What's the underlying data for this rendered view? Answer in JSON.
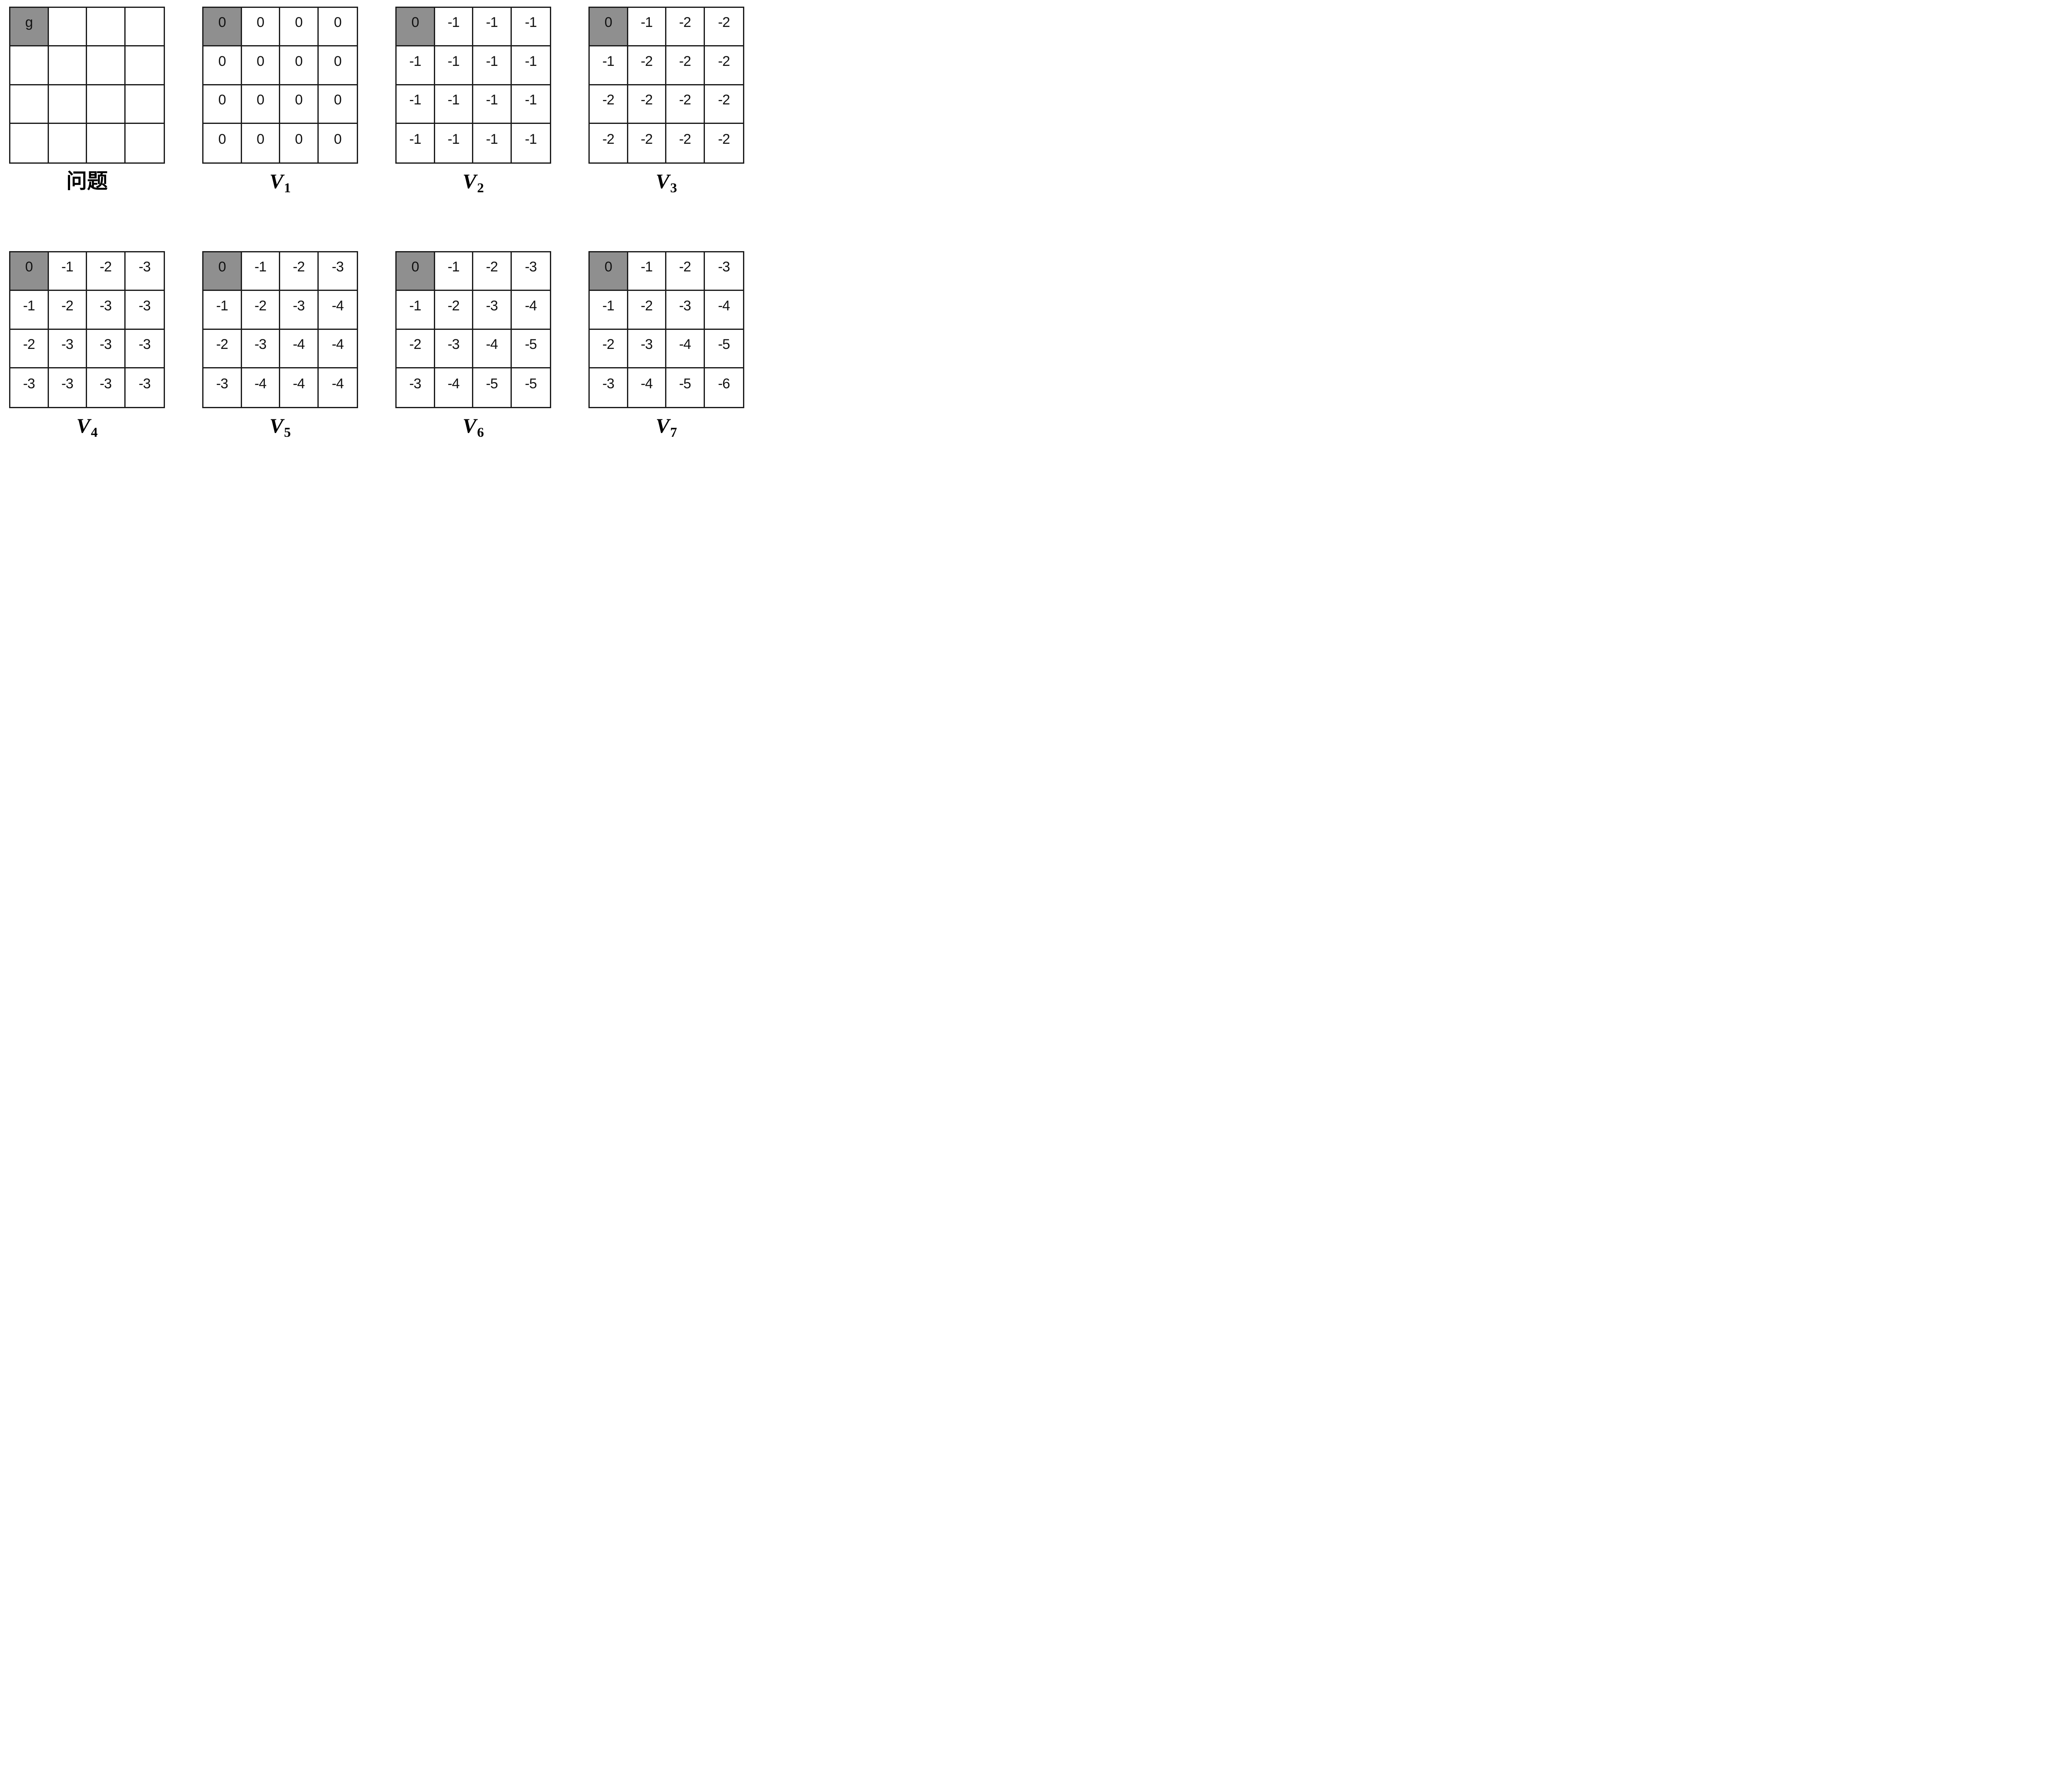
{
  "colors": {
    "highlight_fill": "#8f8f8f",
    "grid_line": "#1a1a1a",
    "cell_fill": "#ffffff",
    "text": "#111111"
  },
  "grid_size": {
    "rows": 4,
    "cols": 4
  },
  "layout": {
    "rows": [
      [
        "problem",
        "V1",
        "V2",
        "V3"
      ],
      [
        "V4",
        "V5",
        "V6",
        "V7"
      ]
    ]
  },
  "panels": [
    {
      "name": "problem",
      "label": {
        "kind": "cjk",
        "text": "问题"
      },
      "highlight_cell": {
        "row": 0,
        "col": 0
      },
      "rows": [
        [
          "g",
          "",
          "",
          ""
        ],
        [
          "",
          "",
          "",
          ""
        ],
        [
          "",
          "",
          "",
          ""
        ],
        [
          "",
          "",
          "",
          ""
        ]
      ]
    },
    {
      "name": "V1",
      "label": {
        "kind": "math",
        "base": "V",
        "subscript": "1"
      },
      "highlight_cell": {
        "row": 0,
        "col": 0
      },
      "rows": [
        [
          "0",
          "0",
          "0",
          "0"
        ],
        [
          "0",
          "0",
          "0",
          "0"
        ],
        [
          "0",
          "0",
          "0",
          "0"
        ],
        [
          "0",
          "0",
          "0",
          "0"
        ]
      ]
    },
    {
      "name": "V2",
      "label": {
        "kind": "math",
        "base": "V",
        "subscript": "2"
      },
      "highlight_cell": {
        "row": 0,
        "col": 0
      },
      "rows": [
        [
          "0",
          "-1",
          "-1",
          "-1"
        ],
        [
          "-1",
          "-1",
          "-1",
          "-1"
        ],
        [
          "-1",
          "-1",
          "-1",
          "-1"
        ],
        [
          "-1",
          "-1",
          "-1",
          "-1"
        ]
      ]
    },
    {
      "name": "V3",
      "label": {
        "kind": "math",
        "base": "V",
        "subscript": "3"
      },
      "highlight_cell": {
        "row": 0,
        "col": 0
      },
      "rows": [
        [
          "0",
          "-1",
          "-2",
          "-2"
        ],
        [
          "-1",
          "-2",
          "-2",
          "-2"
        ],
        [
          "-2",
          "-2",
          "-2",
          "-2"
        ],
        [
          "-2",
          "-2",
          "-2",
          "-2"
        ]
      ]
    },
    {
      "name": "V4",
      "label": {
        "kind": "math",
        "base": "V",
        "subscript": "4"
      },
      "highlight_cell": {
        "row": 0,
        "col": 0
      },
      "rows": [
        [
          "0",
          "-1",
          "-2",
          "-3"
        ],
        [
          "-1",
          "-2",
          "-3",
          "-3"
        ],
        [
          "-2",
          "-3",
          "-3",
          "-3"
        ],
        [
          "-3",
          "-3",
          "-3",
          "-3"
        ]
      ]
    },
    {
      "name": "V5",
      "label": {
        "kind": "math",
        "base": "V",
        "subscript": "5"
      },
      "highlight_cell": {
        "row": 0,
        "col": 0
      },
      "rows": [
        [
          "0",
          "-1",
          "-2",
          "-3"
        ],
        [
          "-1",
          "-2",
          "-3",
          "-4"
        ],
        [
          "-2",
          "-3",
          "-4",
          "-4"
        ],
        [
          "-3",
          "-4",
          "-4",
          "-4"
        ]
      ]
    },
    {
      "name": "V6",
      "label": {
        "kind": "math",
        "base": "V",
        "subscript": "6"
      },
      "highlight_cell": {
        "row": 0,
        "col": 0
      },
      "rows": [
        [
          "0",
          "-1",
          "-2",
          "-3"
        ],
        [
          "-1",
          "-2",
          "-3",
          "-4"
        ],
        [
          "-2",
          "-3",
          "-4",
          "-5"
        ],
        [
          "-3",
          "-4",
          "-5",
          "-5"
        ]
      ]
    },
    {
      "name": "V7",
      "label": {
        "kind": "math",
        "base": "V",
        "subscript": "7"
      },
      "highlight_cell": {
        "row": 0,
        "col": 0
      },
      "rows": [
        [
          "0",
          "-1",
          "-2",
          "-3"
        ],
        [
          "-1",
          "-2",
          "-3",
          "-4"
        ],
        [
          "-2",
          "-3",
          "-4",
          "-5"
        ],
        [
          "-3",
          "-4",
          "-5",
          "-6"
        ]
      ]
    }
  ]
}
